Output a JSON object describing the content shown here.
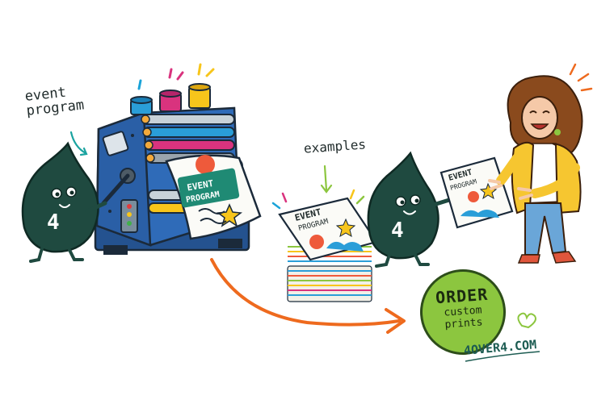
{
  "labels": {
    "event_program": "event\nprogram",
    "examples": "examples",
    "url": "4OVER4.COM"
  },
  "badge": {
    "title": "ORDER",
    "line2": "custom",
    "line3": "prints"
  },
  "print_sheet": {
    "line1": "EVENT",
    "line2": "PROGRAM"
  },
  "stack_cover": {
    "line1": "EVENT",
    "line2": "PROGRAM"
  },
  "handed_program": {
    "line1": "EVENT",
    "line2": "PROGRAM"
  },
  "mascot_numbers": {
    "left": "4",
    "right": "4"
  },
  "colors": {
    "press_blue": "#2f6bb8",
    "mascot_green": "#1f4a40",
    "badge_green": "#8cc63f",
    "arrow_orange": "#ee6a1e",
    "cyan_ink": "#1aa3d8",
    "magenta_ink": "#d9337e",
    "yellow_ink": "#f7c51b",
    "jacket_yellow": "#f6c630",
    "jeans_blue": "#6aa6d8"
  }
}
